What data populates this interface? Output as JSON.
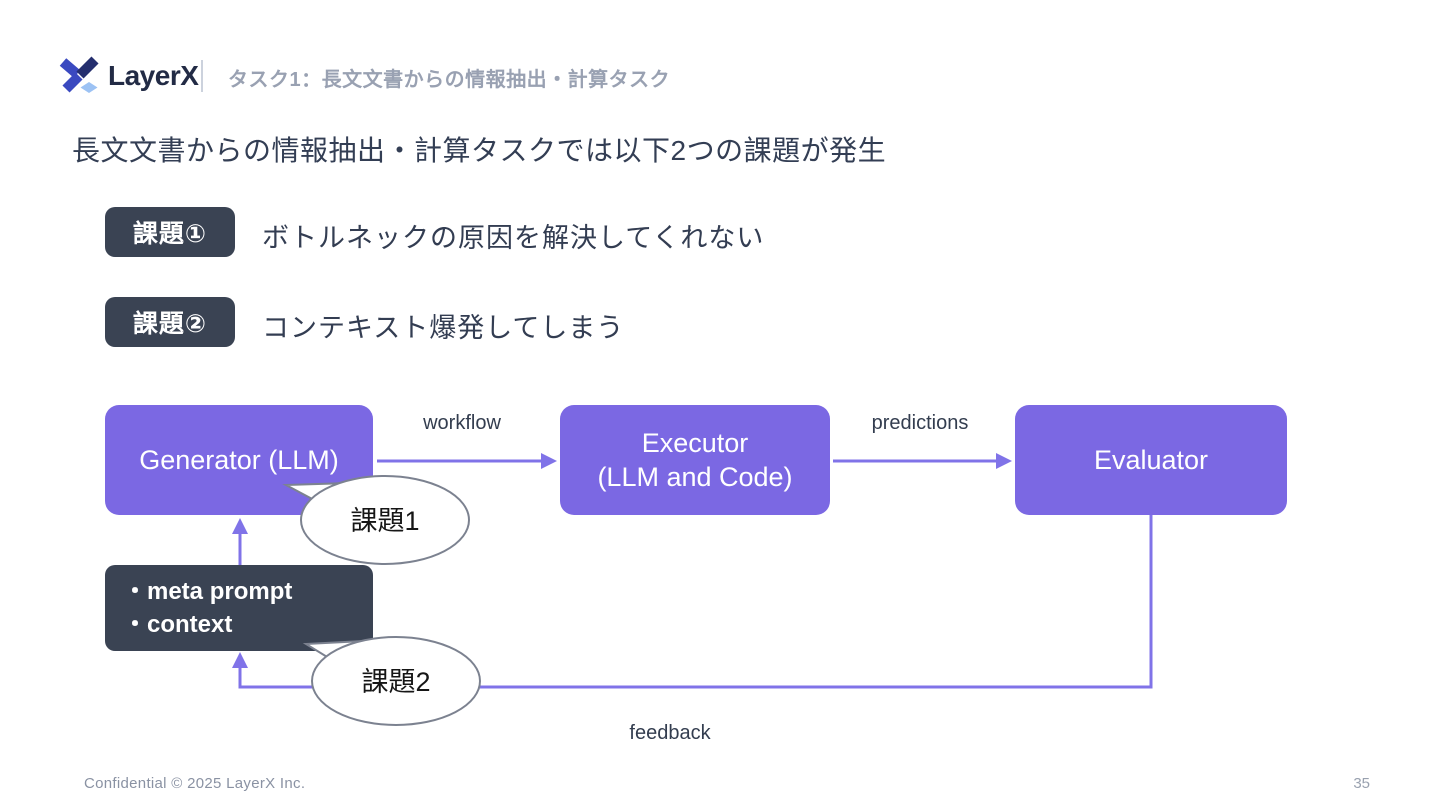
{
  "header": {
    "logo_text": "LayerX",
    "title": "タスク1：長文文書からの情報抽出・計算タスク"
  },
  "heading": "長文文書からの情報抽出・計算タスクでは以下2つの課題が発生",
  "issues": [
    {
      "badge": "課題①",
      "text": "ボトルネックの原因を解決してくれない"
    },
    {
      "badge": "課題②",
      "text": "コンテキスト爆発してしまう"
    }
  ],
  "diagram": {
    "generator": {
      "label": "Generator (LLM)"
    },
    "executor": {
      "line1": "Executor",
      "line2": "(LLM and Code)"
    },
    "evaluator": {
      "label": "Evaluator"
    },
    "edge_labels": {
      "workflow": "workflow",
      "predictions": "predictions",
      "feedback": "feedback"
    },
    "input_box": {
      "line1": "・meta prompt",
      "line2": "・context"
    },
    "bubbles": [
      {
        "label": "課題1"
      },
      {
        "label": "課題2"
      }
    ],
    "colors": {
      "node_purple": "#7b68e3",
      "arrow_purple": "#8073e8",
      "dark_navy": "#3a4353"
    }
  },
  "footer": {
    "confidential": "Confidential © 2025 LayerX Inc.",
    "page": "35"
  }
}
